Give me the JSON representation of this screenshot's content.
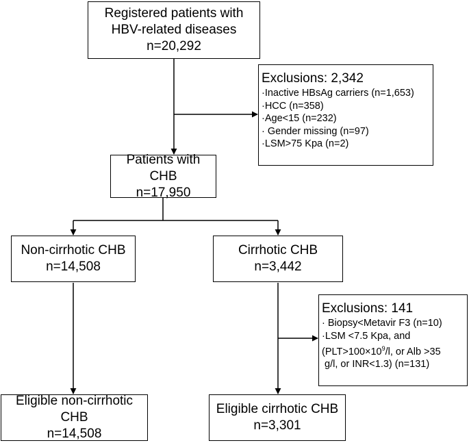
{
  "registered": {
    "line1": "Registered patients with",
    "line2": "HBV-related diseases",
    "count": "n=20,292"
  },
  "exclusions1": {
    "title": "Exclusions: 2,342",
    "items": [
      "·Inactive HBsAg carriers (n=1,653)",
      "·HCC (n=358)",
      "·Age<15 (n=232)",
      "· Gender missing (n=97)",
      "·LSM>75 Kpa (n=2)"
    ]
  },
  "chb": {
    "label": "Patients with CHB",
    "count": "n=17,950"
  },
  "noncirrhotic": {
    "label": "Non-cirrhotic CHB",
    "count": "n=14,508"
  },
  "cirrhotic": {
    "label": "Cirrhotic CHB",
    "count": "n=3,442"
  },
  "exclusions2": {
    "title": "Exclusions: 141",
    "item1": "· Biopsy<Metavir F3 (n=10)",
    "item2": "·LSM <7.5 Kpa, and",
    "item3_pre": "(PLT>100×10",
    "item3_sup": "9",
    "item3_post": "/l, or Alb >35",
    "item4": " g/l, or INR<1.3) (n=131)"
  },
  "eligible_noncirrhotic": {
    "label": "Eligible non-cirrhotic CHB",
    "count": "n=14,508"
  },
  "eligible_cirrhotic": {
    "label": "Eligible cirrhotic CHB",
    "count": "n=3,301"
  },
  "colors": {
    "stroke": "#000000",
    "background": "#ffffff"
  }
}
